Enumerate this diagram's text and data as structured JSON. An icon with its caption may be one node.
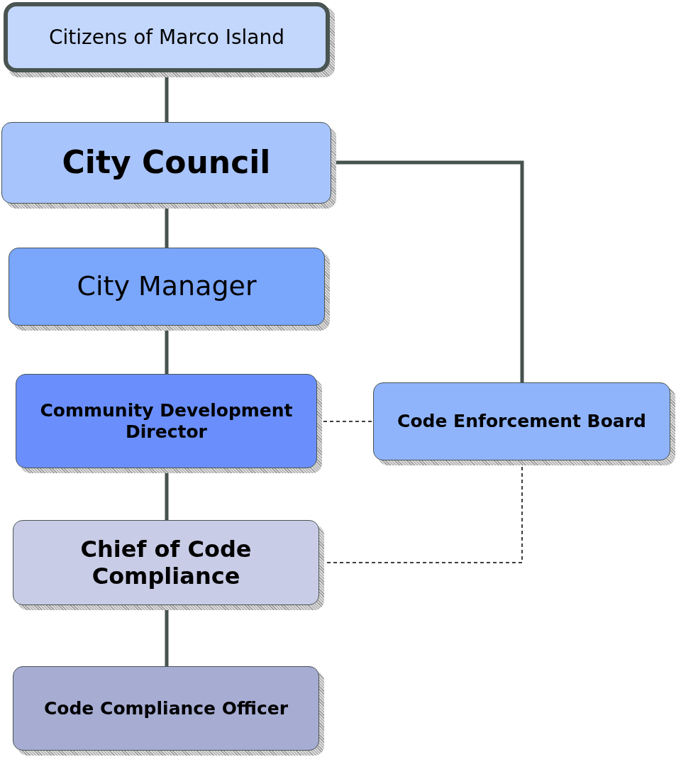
{
  "diagram": {
    "nodes": [
      {
        "text": [
          "Citizens of Marco Island"
        ]
      },
      {
        "text": [
          "City Council"
        ]
      },
      {
        "text": [
          "City Manager"
        ]
      },
      {
        "text": [
          "Community Development Director"
        ]
      },
      {
        "text": [
          "Code Enforcement Board"
        ]
      },
      {
        "text": [
          "Chief of Code Compliance"
        ]
      },
      {
        "text": [
          "Code Compliance Officer"
        ]
      }
    ],
    "edges": [
      {
        "from": 0,
        "to": 1,
        "arrow": "none"
      },
      {
        "from": 1,
        "to": 2,
        "arrow": "none"
      },
      {
        "from": 1,
        "to": 4,
        "arrow": "none"
      },
      {
        "from": 2,
        "to": 3,
        "arrow": "none"
      },
      {
        "from": 3,
        "to": 4,
        "arrow": "none",
        "style": "dashed",
        "color": "#000000"
      },
      {
        "from": 3,
        "to": 5,
        "arrow": "none"
      },
      {
        "from": 4,
        "to": 5,
        "arrow": "none",
        "style": "dashed",
        "color": "#000000"
      },
      {
        "from": 5,
        "to": 6,
        "arrow": "none"
      }
    ]
  }
}
